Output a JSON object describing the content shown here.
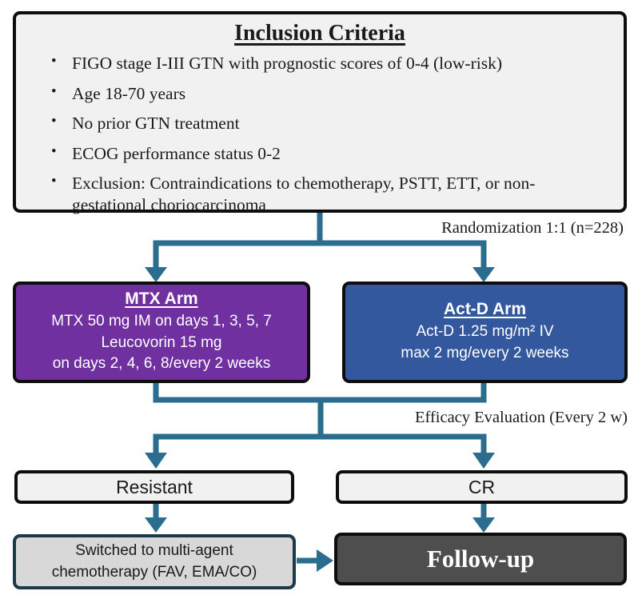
{
  "colors": {
    "arrow": "#2a6d8e",
    "mtx_bg": "#7030a0",
    "actd_bg": "#33589d",
    "light_box_bg": "#f1f1f1",
    "switched_bg": "#d8d8d8",
    "switched_border": "#1b3949",
    "followup_bg": "#4e4e4e",
    "border_dark": "#0d0d0d"
  },
  "inclusion": {
    "title": "Inclusion Criteria",
    "bullets": [
      "FIGO stage I-III GTN with prognostic scores of 0-4 (low-risk)",
      "Age 18-70 years",
      "No prior GTN treatment",
      "ECOG performance status 0-2",
      "Exclusion: Contraindications to chemotherapy, PSTT, ETT, or non-gestational choriocarcinoma"
    ]
  },
  "labels": {
    "randomization": "Randomization 1:1 (n=228)",
    "efficacy": "Efficacy Evaluation (Every 2 w)"
  },
  "mtx_arm": {
    "title": "MTX Arm",
    "lines": [
      "MTX 50 mg IM on days 1, 3, 5, 7",
      "Leucovorin 15 mg",
      "on days 2, 4, 6, 8/every 2 weeks"
    ]
  },
  "actd_arm": {
    "title": "Act-D Arm",
    "lines": [
      "Act-D 1.25 mg/m² IV",
      "max 2 mg/every 2 weeks"
    ]
  },
  "outcomes": {
    "resistant": "Resistant",
    "cr": "CR",
    "switched_line1": "Switched to multi-agent",
    "switched_line2": "chemotherapy (FAV,  EMA/CO)",
    "followup": "Follow-up"
  }
}
